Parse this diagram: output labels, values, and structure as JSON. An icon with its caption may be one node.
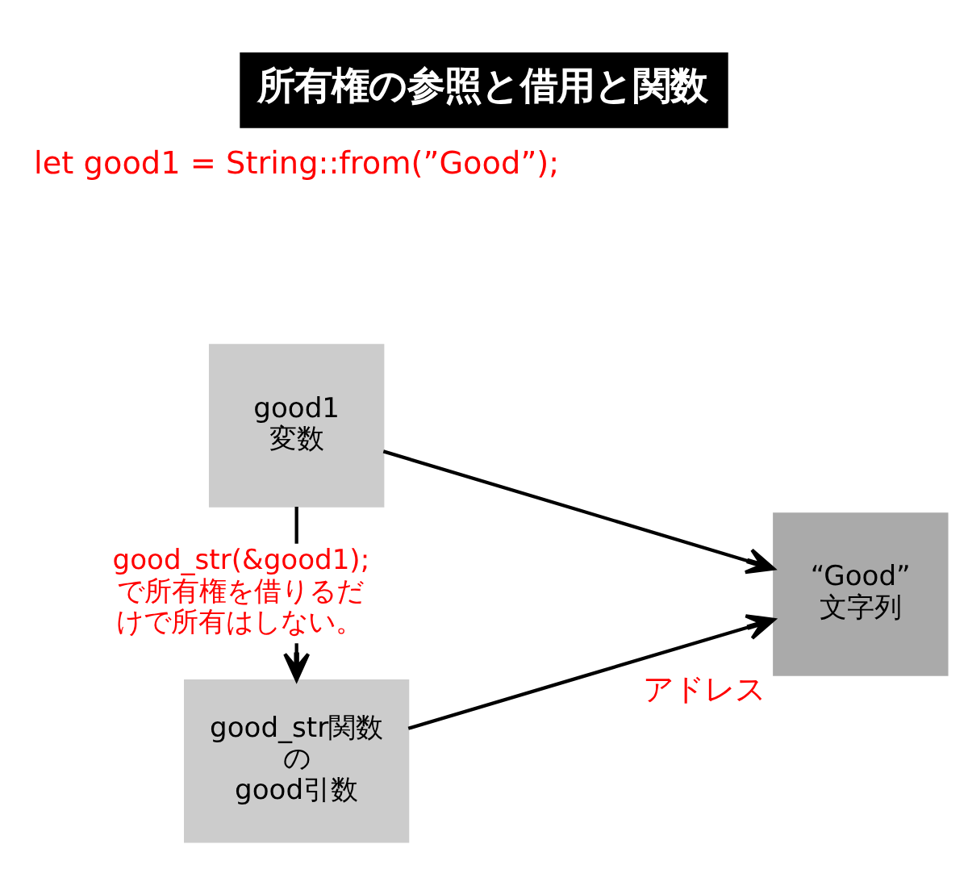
{
  "diagram": {
    "title": "所有権の参照と借用と関数",
    "nodes": [
      {
        "text": [
          "good1 変数"
        ]
      },
      {
        "text": [
          "good_str関数",
          "の",
          "good引数"
        ]
      },
      {
        "text": [
          "“Good” 文字列"
        ],
        "beside": [
          "アドレス"
        ]
      }
    ],
    "edges": [
      {
        "from": 0,
        "to": 2,
        "arrow": "to"
      },
      {
        "from": 0,
        "to": 1,
        "arrow": "to",
        "label": "good_str(&good1); で所有権を借りるだけで所有はしない。"
      },
      {
        "from": 1,
        "to": 2,
        "arrow": "to"
      }
    ],
    "labels": [
      "let good1 = String::from(”Good”);"
    ]
  }
}
